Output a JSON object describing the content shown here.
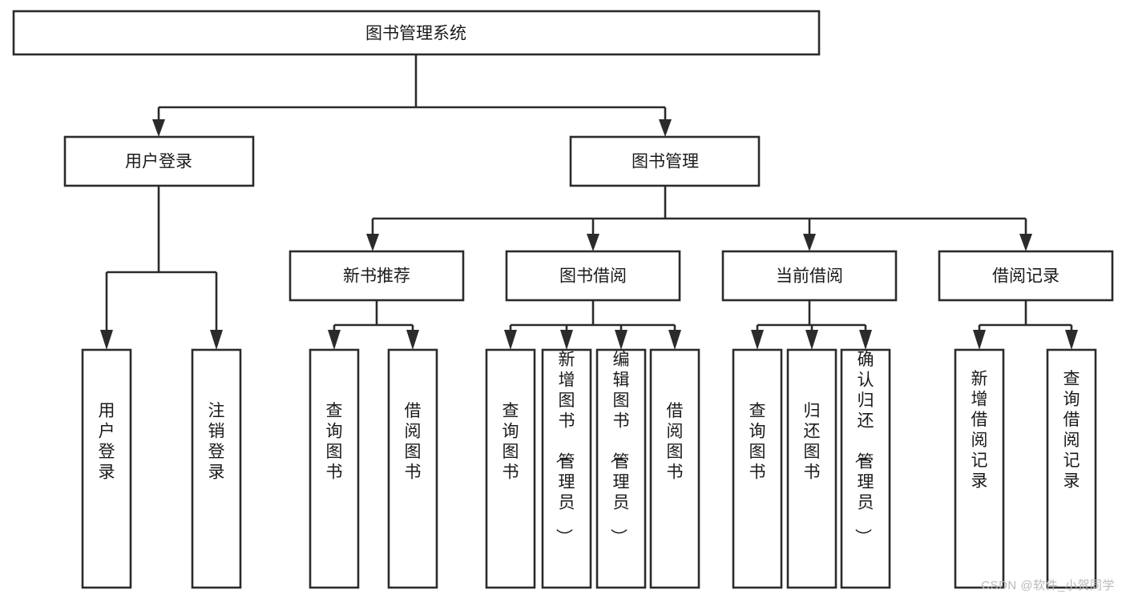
{
  "diagram": {
    "type": "tree",
    "title": "图书管理系统",
    "watermark": "CSDN @软件_小贺同学",
    "colors": {
      "background": "#ffffff",
      "stroke": "#2b2b2b",
      "node_fill": "#ffffff",
      "text": "#1a1a1a",
      "watermark": "#b9b9b9"
    },
    "nodes": {
      "root": {
        "label": "图书管理系统",
        "orientation": "horizontal"
      },
      "level2": [
        {
          "label": "用户登录",
          "orientation": "horizontal"
        },
        {
          "label": "图书管理",
          "orientation": "horizontal"
        }
      ],
      "level3": [
        {
          "label": "新书推荐",
          "orientation": "horizontal"
        },
        {
          "label": "图书借阅",
          "orientation": "horizontal"
        },
        {
          "label": "当前借阅",
          "orientation": "horizontal"
        },
        {
          "label": "借阅记录",
          "orientation": "horizontal"
        }
      ],
      "leaves_user_login": [
        {
          "label": "用户登录",
          "orientation": "vertical"
        },
        {
          "label": "注销登录",
          "orientation": "vertical"
        }
      ],
      "leaves_new_book": [
        {
          "label": "查询图书",
          "orientation": "vertical"
        },
        {
          "label": "借阅图书",
          "orientation": "vertical"
        }
      ],
      "leaves_book_borrow": [
        {
          "label": "查询图书",
          "orientation": "vertical"
        },
        {
          "label": "新增图书（管理员）",
          "orientation": "vertical"
        },
        {
          "label": "编辑图书（管理员）",
          "orientation": "vertical"
        },
        {
          "label": "借阅图书",
          "orientation": "vertical"
        }
      ],
      "leaves_current_borrow": [
        {
          "label": "查询图书",
          "orientation": "vertical"
        },
        {
          "label": "归还图书",
          "orientation": "vertical"
        },
        {
          "label": "确认归还（管理员）",
          "orientation": "vertical"
        }
      ],
      "leaves_borrow_record": [
        {
          "label": "新增借阅记录",
          "orientation": "vertical"
        },
        {
          "label": "查询借阅记录",
          "orientation": "vertical"
        }
      ]
    }
  }
}
